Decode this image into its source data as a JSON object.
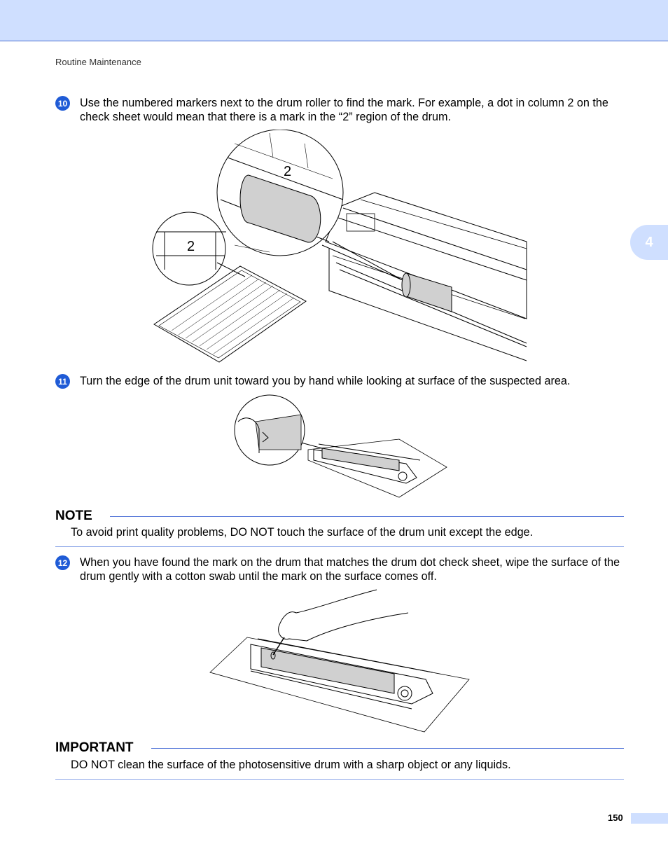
{
  "header": {
    "section": "Routine Maintenance",
    "chapter_tab": "4"
  },
  "steps": [
    {
      "number": "10",
      "text": "Use the numbered markers next to the drum roller to find the mark. For example, a dot in column 2 on the check sheet would mean that there is a mark in the “2” region of the drum."
    },
    {
      "number": "11",
      "text": "Turn the edge of the drum unit toward you by hand while looking at surface of the suspected area."
    },
    {
      "number": "12",
      "text": "When you have found the mark on the drum that matches the drum dot check sheet, wipe the surface of the drum gently with a cotton swab until the mark on the surface comes off."
    }
  ],
  "figure1": {
    "drum_marker": "2",
    "sheet_marker": "2"
  },
  "note": {
    "title": "NOTE",
    "text": "To avoid print quality problems, DO NOT touch the surface of the drum unit except the edge."
  },
  "important": {
    "title": "IMPORTANT",
    "text": "DO NOT clean the surface of the photosensitive drum with a sharp object or any liquids."
  },
  "footer": {
    "page_number": "150"
  },
  "colors": {
    "accent": "#1f5bd6",
    "header_band": "#cfdfff",
    "rule": "#5577d8"
  }
}
